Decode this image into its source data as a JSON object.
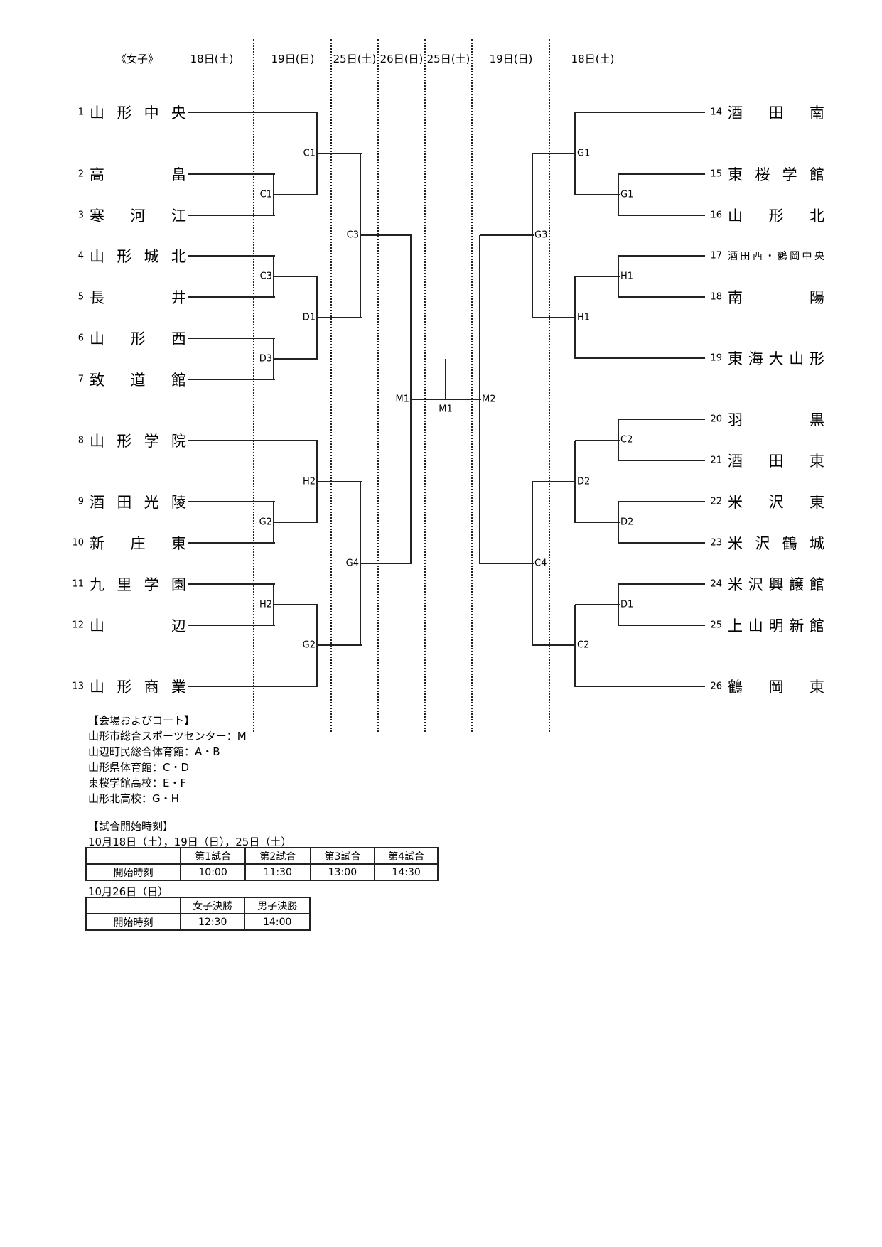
{
  "header": {
    "category": "《女子》",
    "left_days": [
      "18日(土)",
      "19日(日)",
      "25日(土)"
    ],
    "center_day": "26日(日)",
    "right_days": [
      "25日(土)",
      "19日(日)",
      "18日(土)"
    ]
  },
  "teams_left": [
    {
      "no": "1",
      "name": [
        "山",
        "形",
        "中",
        "央"
      ]
    },
    {
      "no": "2",
      "name": [
        "高",
        "畠"
      ]
    },
    {
      "no": "3",
      "name": [
        "寒",
        "河",
        "江"
      ]
    },
    {
      "no": "4",
      "name": [
        "山",
        "形",
        "城",
        "北"
      ]
    },
    {
      "no": "5",
      "name": [
        "長",
        "井"
      ]
    },
    {
      "no": "6",
      "name": [
        "山",
        "形",
        "西"
      ]
    },
    {
      "no": "7",
      "name": [
        "致",
        "道",
        "館"
      ]
    },
    {
      "no": "8",
      "name": [
        "山",
        "形",
        "学",
        "院"
      ]
    },
    {
      "no": "9",
      "name": [
        "酒",
        "田",
        "光",
        "陵"
      ]
    },
    {
      "no": "10",
      "name": [
        "新",
        "庄",
        "東"
      ]
    },
    {
      "no": "11",
      "name": [
        "九",
        "里",
        "学",
        "園"
      ]
    },
    {
      "no": "12",
      "name": [
        "山",
        "辺"
      ]
    },
    {
      "no": "13",
      "name": [
        "山",
        "形",
        "商",
        "業"
      ]
    }
  ],
  "teams_right": [
    {
      "no": "14",
      "name": [
        "酒",
        "田",
        "南"
      ]
    },
    {
      "no": "15",
      "name": [
        "東",
        "桜",
        "学",
        "館"
      ]
    },
    {
      "no": "16",
      "name": [
        "山",
        "形",
        "北"
      ]
    },
    {
      "no": "17",
      "name": [
        "酒",
        "田",
        "西",
        "・",
        "鶴",
        "岡",
        "中",
        "央"
      ]
    },
    {
      "no": "18",
      "name": [
        "南",
        "陽"
      ]
    },
    {
      "no": "19",
      "name": [
        "東",
        "海",
        "大",
        "山",
        "形"
      ]
    },
    {
      "no": "20",
      "name": [
        "羽",
        "黒"
      ]
    },
    {
      "no": "21",
      "name": [
        "酒",
        "田",
        "東"
      ]
    },
    {
      "no": "22",
      "name": [
        "米",
        "沢",
        "東"
      ]
    },
    {
      "no": "23",
      "name": [
        "米",
        "沢",
        "鶴",
        "城"
      ]
    },
    {
      "no": "24",
      "name": [
        "米",
        "沢",
        "興",
        "譲",
        "館"
      ]
    },
    {
      "no": "25",
      "name": [
        "上",
        "山",
        "明",
        "新",
        "館"
      ]
    },
    {
      "no": "26",
      "name": [
        "鶴",
        "岡",
        "東"
      ]
    }
  ],
  "match_labels": {
    "l_r1_a": "C1",
    "l_r1_b": "C3",
    "l_r1_c": "D3",
    "l_r1_d": "G2",
    "l_r1_e": "H2",
    "l_r2_a": "C1",
    "l_r2_b": "D1",
    "l_r2_c": "H2",
    "l_r2_d": "G2",
    "l_r3_a": "C3",
    "l_r3_b": "G4",
    "l_semi": "M1",
    "final": "M1",
    "r_semi": "M2",
    "r_r3_a": "G3",
    "r_r3_b": "C4",
    "r_r2_a": "G1",
    "r_r2_b": "H1",
    "r_r2_c": "D2",
    "r_r2_d": "C2",
    "r_r1_a": "G1",
    "r_r1_b": "H1",
    "r_r1_c": "C2",
    "r_r1_d": "D2",
    "r_r1_e": "D1"
  },
  "venues": {
    "title": "【会場およびコート】",
    "items": [
      "山形市総合スポーツセンター：M",
      "山辺町民総合体育館：A・B",
      "山形県体育館：C・D",
      "東桜学館高校：E・F",
      "山形北高校：G・H"
    ]
  },
  "schedule": {
    "title": "【試合開始時刻】",
    "block1": {
      "dates": "10月18日（土），19日（日），25日（土）",
      "headers": [
        "",
        "第1試合",
        "第2試合",
        "第3試合",
        "第4試合"
      ],
      "row": [
        "開始時刻",
        "10:00",
        "11:30",
        "13:00",
        "14:30"
      ]
    },
    "block2": {
      "dates": "10月26日（日）",
      "headers": [
        "",
        "女子決勝",
        "男子決勝"
      ],
      "row": [
        "開始時刻",
        "12:30",
        "14:00"
      ]
    }
  }
}
